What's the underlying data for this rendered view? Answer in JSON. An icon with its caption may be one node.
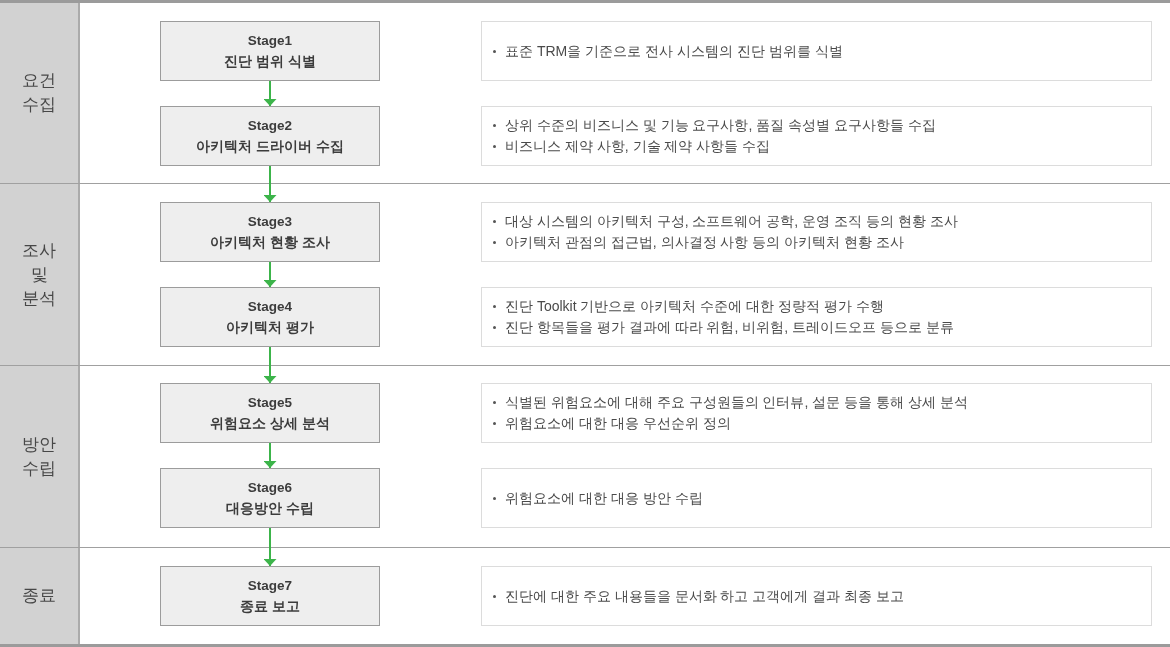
{
  "diagram": {
    "nodes": [
      {
        "text": [
          "요건 수집"
        ]
      },
      {
        "text": [
          "Stage1",
          "진단 범위 식별"
        ],
        "in": 0
      },
      {
        "text": [
          "표준 TRM을 기준으로 전사 시스템의 진단 범위를 식별"
        ],
        "in": 0
      },
      {
        "text": [
          "Stage2",
          "아키텍처 드라이버 수집"
        ],
        "in": 0
      },
      {
        "text": [
          "상위 수준의 비즈니스 및 기능 요구사항, 품질 속성별 요구사항들 수집",
          "비즈니스 제약 사항, 기술 제약 사항들 수집"
        ],
        "in": 0
      },
      {
        "text": [
          "조사 및 분석"
        ]
      },
      {
        "text": [
          "Stage3",
          "아키텍처 현황 조사"
        ],
        "in": 5
      },
      {
        "text": [
          "대상 시스템의 아키텍처 구성, 소프트웨어 공학, 운영 조직 등의 현황 조사",
          "아키텍처 관점의 접근법, 의사결정 사항 등의 아키텍처 현황 조사"
        ],
        "in": 5
      },
      {
        "text": [
          "Stage4",
          "아키텍처 평가"
        ],
        "in": 5
      },
      {
        "text": [
          "진단 Toolkit 기반으로 아키텍처 수준에 대한 정량적 평가 수행",
          "진단 항목들을 평가 결과에 따라 위험, 비위험, 트레이드오프 등으로 분류"
        ],
        "in": 5
      },
      {
        "text": [
          "방안 수립"
        ]
      },
      {
        "text": [
          "Stage5",
          "위험요소 상세 분석"
        ],
        "in": 10
      },
      {
        "text": [
          "식별된 위험요소에 대해 주요 구성원들의 인터뷰, 설문 등을 통해 상세 분석",
          "위험요소에 대한 대응 우선순위 정의"
        ],
        "in": 10
      },
      {
        "text": [
          "Stage6",
          "대응방안 수립"
        ],
        "in": 10
      },
      {
        "text": [
          "위험요소에 대한 대응 방안 수립"
        ],
        "in": 10
      },
      {
        "text": [
          "종료"
        ]
      },
      {
        "text": [
          "Stage7",
          "종료 보고"
        ],
        "in": 15
      },
      {
        "text": [
          "진단에 대한 주요 내용들을 문서화 하고 고객에게 결과 최종 보고"
        ],
        "in": 15
      }
    ],
    "edges": [
      {
        "from": 1,
        "to": 3,
        "arrow": "to"
      },
      {
        "from": 3,
        "to": 6,
        "arrow": "to"
      },
      {
        "from": 6,
        "to": 8,
        "arrow": "to"
      },
      {
        "from": 8,
        "to": 11,
        "arrow": "to"
      },
      {
        "from": 11,
        "to": 13,
        "arrow": "to"
      },
      {
        "from": 13,
        "to": 16,
        "arrow": "to"
      }
    ]
  }
}
